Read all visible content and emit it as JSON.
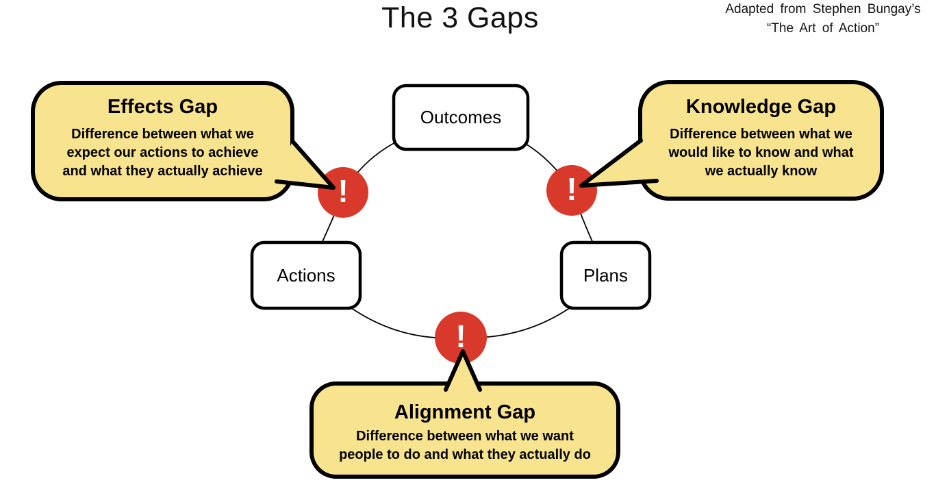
{
  "title": "The 3 Gaps",
  "attribution": {
    "line1": "Adapted from Stephen Bungay’s",
    "line2": "“The Art of Action”"
  },
  "nodes": {
    "outcomes": {
      "label": "Outcomes"
    },
    "actions": {
      "label": "Actions"
    },
    "plans": {
      "label": "Plans"
    }
  },
  "gaps": {
    "effects": {
      "title": "Effects Gap",
      "marker": "!",
      "body_lines": [
        "Difference between what we",
        "expect our actions to achieve",
        "and what they actually achieve"
      ]
    },
    "knowledge": {
      "title": "Knowledge Gap",
      "marker": "!",
      "body_lines": [
        "Difference between what we",
        "would like to know and what",
        "we actually know"
      ]
    },
    "alignment": {
      "title": "Alignment Gap",
      "marker": "!",
      "body_lines": [
        "Difference between what we want",
        "people to do and what they actually do"
      ]
    }
  },
  "colors": {
    "bubble_fill": "#F8E38E",
    "bubble_border": "#000000",
    "marker_red": "#D9392B",
    "node_fill": "#FFFFFF",
    "node_border": "#000000",
    "connector": "#000000",
    "background": "#FFFFFF"
  }
}
